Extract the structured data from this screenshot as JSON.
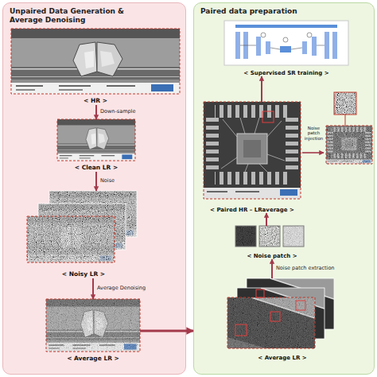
{
  "diagram": {
    "nodes": [
      {
        "text": [
          "Unpaired Data Generation & Average Denoising"
        ]
      },
      {
        "text": [
          "< HR >"
        ],
        "in": 0
      },
      {
        "text": [
          "< Clean LR >"
        ],
        "in": 0
      },
      {
        "text": [
          "< Noisy LR >"
        ],
        "in": 0
      },
      {
        "text": [
          "< Average LR >"
        ],
        "in": 0
      },
      {
        "text": [
          "Paired data preparation"
        ]
      },
      {
        "text": [
          "< Supervised SR training >"
        ],
        "in": 5
      },
      {
        "text": [
          "< Paired HR – LRaverage >"
        ],
        "in": 5
      },
      {
        "text": [
          "< Noise patch >"
        ],
        "in": 5
      },
      {
        "text": [
          "< Average LR >"
        ],
        "in": 5
      }
    ],
    "edges": [
      {
        "from": 1,
        "to": 2,
        "arrow": "to",
        "label": "Down-sample"
      },
      {
        "from": 2,
        "to": 3,
        "arrow": "to",
        "label": "Noise"
      },
      {
        "from": 3,
        "to": 4,
        "arrow": "to",
        "label": "Average Denoising"
      },
      {
        "from": 4,
        "to": 5,
        "arrow": "to"
      },
      {
        "from": 9,
        "to": 8,
        "arrow": "to",
        "label": "Noise patch extraction"
      },
      {
        "from": 8,
        "to": 7,
        "arrow": "to"
      },
      {
        "from": 7,
        "to": 6,
        "arrow": "to"
      }
    ],
    "labels": [
      "Noise patch injection"
    ]
  }
}
